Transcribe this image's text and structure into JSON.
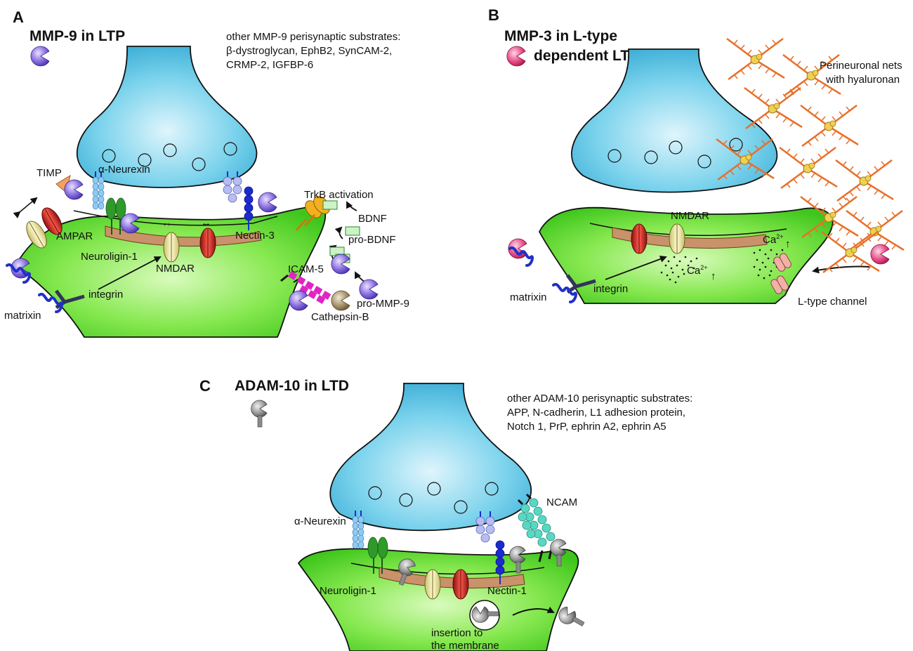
{
  "panels": {
    "a": {
      "letter": "A",
      "title": "MMP-9 in LTP",
      "other_substrates_heading": "other MMP-9 perisynaptic substrates:",
      "other_substrates_line1": "β-dystroglycan, EphB2, SynCAM-2,",
      "other_substrates_line2": "CRMP-2, IGFBP-6",
      "labels": {
        "timp": "TIMP",
        "neurexin": "α-Neurexin",
        "ampar": "AMPAR",
        "neuroligin": "Neuroligin-1",
        "nmdar": "NMDAR",
        "nectin": "Nectin-3",
        "trkb": "TrkB activation",
        "bdnf": "BDNF",
        "pro_bdnf": "pro-BDNF",
        "icam": "ICAM-5",
        "pro_mmp9": "pro-MMP-9",
        "cathepsin": "Cathepsin-B",
        "integrin": "integrin",
        "matrixin": "matrixin"
      }
    },
    "b": {
      "letter": "B",
      "title_line1": "MMP-3 in L-type",
      "title_line2": "dependent LTP",
      "labels": {
        "pnn_line1": "Perineuronal nets",
        "pnn_line2": "with hyaluronan",
        "nmdar": "NMDAR",
        "ca": "Ca",
        "ca_sup": "2+",
        "integrin": "integrin",
        "matrixin": "matrixin",
        "ltype": "L-type channel"
      }
    },
    "c": {
      "letter": "C",
      "title": "ADAM-10 in LTD",
      "other_substrates_heading": "other ADAM-10 perisynaptic substrates:",
      "other_substrates_line1": "APP, N-cadherin, L1 adhesion protein,",
      "other_substrates_line2": "Notch 1, PrP, ephrin A2, ephrin A5",
      "labels": {
        "neurexin": "α-Neurexin",
        "ncam": "NCAM",
        "neuroligin": "Neuroligin-1",
        "nectin": "Nectin-1",
        "insertion_line1": "insertion to",
        "insertion_line2": "the membrane"
      }
    }
  },
  "colors": {
    "presynaptic_blue": "#5fc6e4",
    "postsynaptic_green": "#5cd63a",
    "psd_brown": "#c9926a",
    "mmp9_purple": "#7b5fd6",
    "mmp3_pink": "#e0407a",
    "adam10_gray": "#8a8a8a",
    "ampar_red": "#d8332b",
    "nmdar_yellow": "#f4ef9a",
    "neuroligin_green": "#2e9a2a",
    "neurexin_lightblue": "#6fb6ea",
    "nectin_darkblue": "#1b2bd0",
    "icam_magenta": "#e024c4",
    "pnn_orange": "#e8702a",
    "ncam_teal": "#57d8c4",
    "ltype_pink": "#f2b0a8",
    "matrixin_blue": "#2030c8"
  }
}
